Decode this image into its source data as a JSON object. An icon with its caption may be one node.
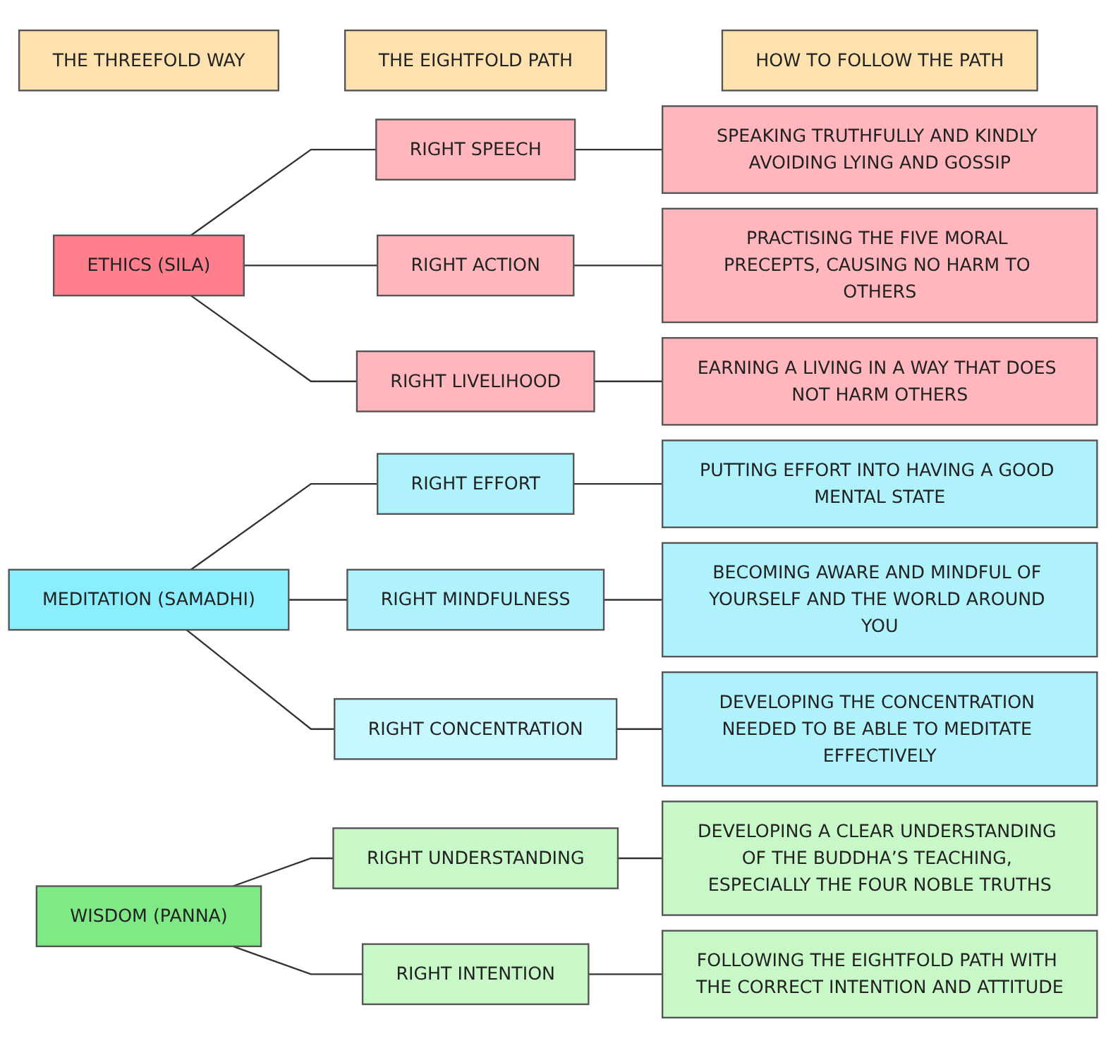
{
  "diagram": {
    "nodes": [
      {
        "text": [
          "THE THREEFOLD WAY"
        ]
      },
      {
        "text": [
          "THE EIGHTFOLD PATH"
        ]
      },
      {
        "text": [
          "HOW TO FOLLOW THE PATH"
        ]
      },
      {
        "text": [
          "ETHICS (SILA)"
        ]
      },
      {
        "text": [
          "RIGHT SPEECH"
        ]
      },
      {
        "text": [
          "SPEAKING TRUTHFULLY AND KINDLY AVOIDING LYING AND GOSSIP"
        ]
      },
      {
        "text": [
          "RIGHT ACTION"
        ]
      },
      {
        "text": [
          "PRACTISING THE FIVE MORAL PRECEPTS, CAUSING NO HARM TO OTHERS"
        ]
      },
      {
        "text": [
          "RIGHT LIVELIHOOD"
        ]
      },
      {
        "text": [
          "EARNING A LIVING IN A WAY THAT DOES NOT HARM OTHERS"
        ]
      },
      {
        "text": [
          "MEDITATION (SAMADHI)"
        ]
      },
      {
        "text": [
          "RIGHT EFFORT"
        ]
      },
      {
        "text": [
          "PUTTING EFFORT INTO HAVING A GOOD MENTAL STATE"
        ]
      },
      {
        "text": [
          "RIGHT MINDFULNESS"
        ]
      },
      {
        "text": [
          "BECOMING AWARE AND MINDFUL OF YOURSELF AND THE WORLD AROUND YOU"
        ]
      },
      {
        "text": [
          "RIGHT CONCENTRATION"
        ]
      },
      {
        "text": [
          "DEVELOPING THE CONCENTRATION NEEDED TO BE ABLE TO MEDITATE EFFECTIVELY"
        ]
      },
      {
        "text": [
          "WISDOM (PANNA)"
        ]
      },
      {
        "text": [
          "RIGHT UNDERSTANDING"
        ]
      },
      {
        "text": [
          "DEVELOPING A CLEAR UNDERSTANDING OF THE BUDDHA’S TEACHING, ESPECIALLY THE FOUR NOBLE TRUTHS"
        ]
      },
      {
        "text": [
          "RIGHT INTENTION"
        ]
      },
      {
        "text": [
          "FOLLOWING THE EIGHTFOLD PATH WITH THE CORRECT INTENTION AND ATTITUDE"
        ]
      }
    ],
    "edges": [
      {
        "from": 3,
        "to": 4,
        "arrow": "none"
      },
      {
        "from": 4,
        "to": 5,
        "arrow": "none"
      },
      {
        "from": 3,
        "to": 6,
        "arrow": "none"
      },
      {
        "from": 6,
        "to": 7,
        "arrow": "none"
      },
      {
        "from": 3,
        "to": 8,
        "arrow": "none"
      },
      {
        "from": 8,
        "to": 9,
        "arrow": "none"
      },
      {
        "from": 10,
        "to": 11,
        "arrow": "none"
      },
      {
        "from": 11,
        "to": 12,
        "arrow": "none"
      },
      {
        "from": 10,
        "to": 13,
        "arrow": "none"
      },
      {
        "from": 13,
        "to": 14,
        "arrow": "none"
      },
      {
        "from": 10,
        "to": 15,
        "arrow": "none"
      },
      {
        "from": 15,
        "to": 16,
        "arrow": "none"
      },
      {
        "from": 17,
        "to": 18,
        "arrow": "none"
      },
      {
        "from": 18,
        "to": 19,
        "arrow": "none"
      },
      {
        "from": 17,
        "to": 20,
        "arrow": "none"
      },
      {
        "from": 20,
        "to": 21,
        "arrow": "none"
      }
    ]
  }
}
